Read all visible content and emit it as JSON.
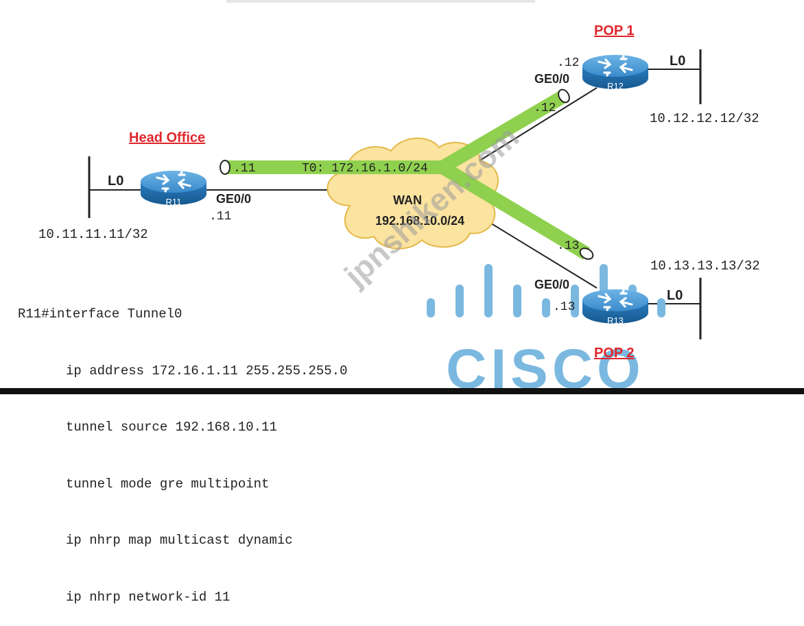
{
  "labels": {
    "head_office": "Head Office",
    "pop1": "POP 1",
    "pop2": "POP 2"
  },
  "routers": {
    "r11": "R11",
    "r12": "R12",
    "r13": "R13"
  },
  "loopbacks": {
    "r11_name": "L0",
    "r11_addr": "10.11.11.11/32",
    "r12_name": "L0",
    "r12_addr": "10.12.12.12/32",
    "r13_name": "L0",
    "r13_addr": "10.13.13.13/32"
  },
  "interfaces": {
    "r11_if": "GE0/0",
    "r11_host": ".11",
    "r12_if": "GE0/0",
    "r12_host": ".12",
    "r13_if": "GE0/0",
    "r13_host": ".13"
  },
  "tunnel": {
    "label": "T0: 172.16.1.0/24",
    "r11_end": ".11",
    "r12_end": ".12",
    "r13_end": ".13"
  },
  "wan": {
    "name": "WAN",
    "subnet": "192.168.10.0/24"
  },
  "config_lines": [
    "R11#interface Tunnel0",
    "ip address 172.16.1.11 255.255.255.0",
    "tunnel source 192.168.10.11",
    "tunnel mode gre multipoint",
    "ip nhrp map multicast dynamic",
    "ip nhrp network-id 11"
  ],
  "watermark": "jpnshiken.com",
  "logo_text": "CISCO",
  "colors": {
    "tunnel": "#8fd14f",
    "cloud": "#fbe3a0",
    "router_top": "#4b9bd6",
    "router_side": "#1f6fb0",
    "label_red": "#e0262b",
    "cisco_logo": "#7ab8e0"
  }
}
